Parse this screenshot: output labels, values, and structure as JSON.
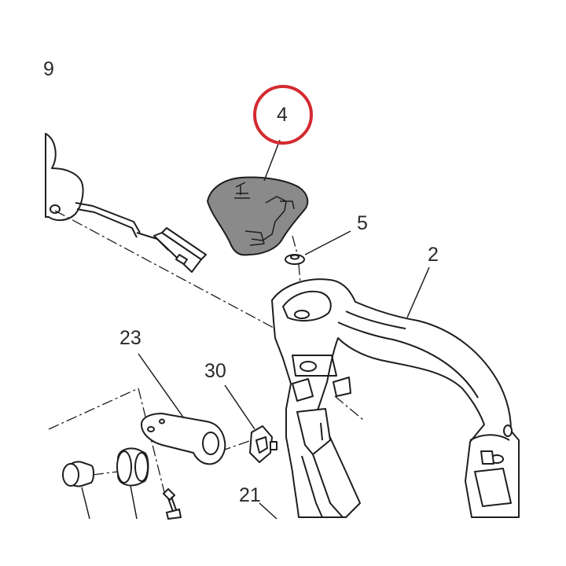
{
  "callouts": {
    "c9": "9",
    "c4": "4",
    "c5": "5",
    "c2": "2",
    "c23": "23",
    "c30": "30",
    "c21": "21"
  },
  "highlight": {
    "target": "4",
    "color": "#d42a30"
  },
  "colors": {
    "line": "#1e1e1e",
    "part_fill": "#ffffff",
    "highlighted_part_fill": "#8a8a8a",
    "label": "#2a2a2a"
  }
}
